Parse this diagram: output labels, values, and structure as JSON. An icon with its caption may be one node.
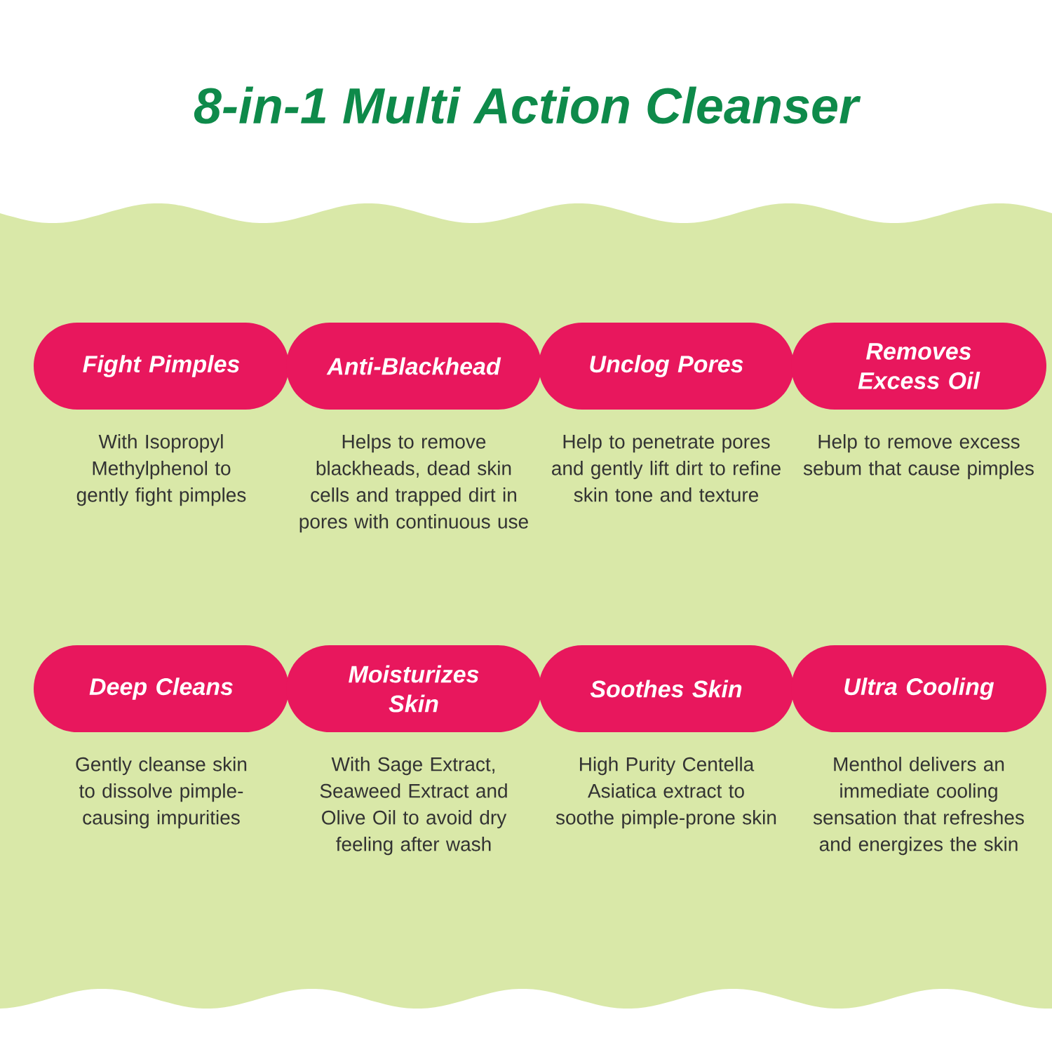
{
  "diagram": {
    "title": "8-in-1 Multi Action Cleanser",
    "nodes": [
      {
        "text": [
          "Fight Pimples"
        ],
        "beside": [
          "With Isopropyl Methylphenol to gently fight pimples"
        ]
      },
      {
        "text": [
          "Anti-Blackhead"
        ],
        "beside": [
          "Helps to remove blackheads, dead skin cells and trapped dirt in pores with continuous use"
        ]
      },
      {
        "text": [
          "Unclog Pores"
        ],
        "beside": [
          "Help to penetrate pores and gently lift dirt to refine skin tone and texture"
        ]
      },
      {
        "text": [
          "Removes Excess Oil"
        ],
        "beside": [
          "Help to remove excess sebum that cause pimples"
        ]
      },
      {
        "text": [
          "Deep Cleans"
        ],
        "beside": [
          "Gently cleanse skin to dissolve pimple-causing impurities"
        ]
      },
      {
        "text": [
          "Moisturizes Skin"
        ],
        "beside": [
          "With Sage Extract, Seaweed Extract and Olive Oil to avoid dry feeling after wash"
        ]
      },
      {
        "text": [
          "Soothes Skin"
        ],
        "beside": [
          "High Purity Centella Asiatica extract to soothe pimple-prone skin"
        ]
      },
      {
        "text": [
          "Ultra Cooling"
        ],
        "beside": [
          "Menthol delivers an immediate cooling sensation that refreshes and energizes the skin"
        ]
      }
    ]
  }
}
